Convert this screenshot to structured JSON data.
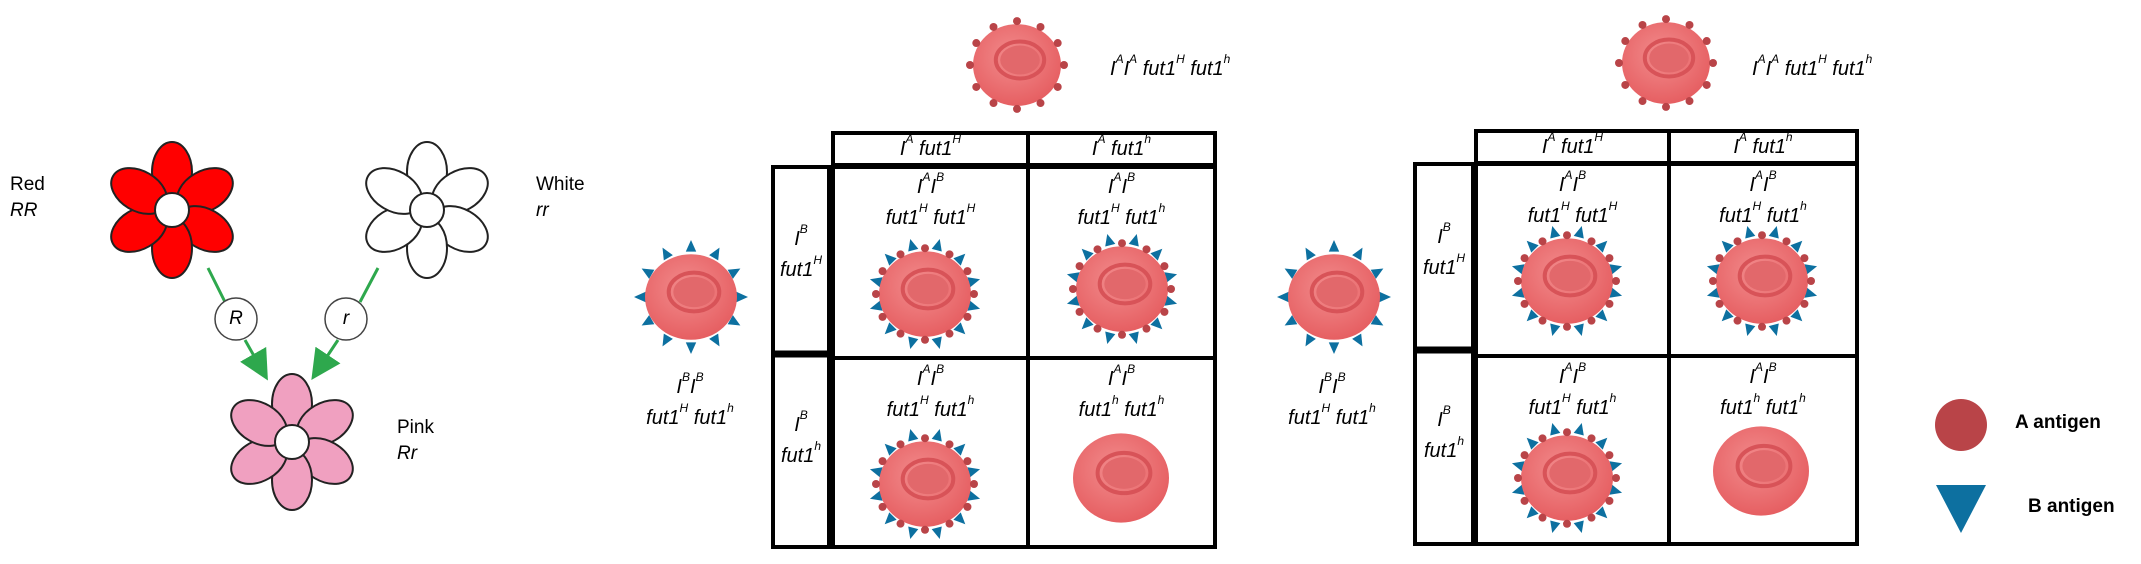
{
  "flowers": {
    "red": {
      "name": "Red",
      "genotype": "RR",
      "color": "#ff0000"
    },
    "white": {
      "name": "White",
      "genotype": "rr",
      "color": "#ffffff"
    },
    "pink": {
      "name": "Pink",
      "genotype": "Rr",
      "color": "#f0a0c0"
    },
    "gamete_red": "R",
    "gamete_white": "r"
  },
  "punnett1": {
    "parent_top": {
      "a1": "I",
      "s1": "A",
      "a2": "I",
      "s2": "A",
      "rest": "fut1",
      "h1": "H",
      "mid": " fut1",
      "h2": "h"
    },
    "parent_left": {
      "l1a": "I",
      "l1s": "B",
      "l1b": "I",
      "l1s2": "B",
      "l2a": "fut1",
      "l2s": "H",
      "l2b": " fut1",
      "l2s2": "h"
    },
    "col_headers": [
      {
        "a": "I",
        "as": "A",
        "b": " fut1",
        "bs": "H"
      },
      {
        "a": "I",
        "as": "A",
        "b": " fut1",
        "bs": "h"
      }
    ],
    "row_headers": [
      {
        "a": "I",
        "as": "B",
        "b": "fut1",
        "bs": "H"
      },
      {
        "a": "I",
        "as": "B",
        "b": "fut1",
        "bs": "h"
      }
    ],
    "cells": [
      {
        "l1a": "I",
        "l1as": "A",
        "l1b": "I",
        "l1bs": "B",
        "l2a": "fut1",
        "l2as": "H",
        "l2b": " fut1",
        "l2bs": "H"
      },
      {
        "l1a": "I",
        "l1as": "A",
        "l1b": "I",
        "l1bs": "B",
        "l2a": "fut1",
        "l2as": "H",
        "l2b": " fut1",
        "l2bs": "h"
      },
      {
        "l1a": "I",
        "l1as": "A",
        "l1b": "I",
        "l1bs": "B",
        "l2a": "fut1",
        "l2as": "H",
        "l2b": " fut1",
        "l2bs": "h"
      },
      {
        "l1a": "I",
        "l1as": "A",
        "l1b": "I",
        "l1bs": "B",
        "l2a": "fut1",
        "l2as": "h",
        "l2b": " fut1",
        "l2bs": "h"
      }
    ]
  },
  "punnett2": {
    "parent_top": {
      "a1": "I",
      "s1": "A",
      "a2": "I",
      "s2": "A",
      "rest": "fut1",
      "h1": "H",
      "mid": " fut1",
      "h2": "h"
    },
    "parent_left": {
      "l1a": "I",
      "l1s": "B",
      "l1b": "I",
      "l1s2": "B",
      "l2a": "fut1",
      "l2s": "H",
      "l2b": " fut1",
      "l2s2": "h"
    },
    "col_headers": [
      {
        "a": "I",
        "as": "A",
        "b": " fut1",
        "bs": "H"
      },
      {
        "a": "I",
        "as": "A",
        "b": " fut1",
        "bs": "h"
      }
    ],
    "row_headers": [
      {
        "a": "I",
        "as": "B",
        "b": "fut1",
        "bs": "H"
      },
      {
        "a": "I",
        "as": "B",
        "b": "fut1",
        "bs": "h"
      }
    ],
    "cells": [
      {
        "l1a": "I",
        "l1as": "A",
        "l1b": "I",
        "l1bs": "B",
        "l2a": "fut1",
        "l2as": "H",
        "l2b": " fut1",
        "l2bs": "H"
      },
      {
        "l1a": "I",
        "l1as": "A",
        "l1b": "I",
        "l1bs": "B",
        "l2a": "fut1",
        "l2as": "H",
        "l2b": " fut1",
        "l2bs": "h"
      },
      {
        "l1a": "I",
        "l1as": "A",
        "l1b": "I",
        "l1bs": "B",
        "l2a": "fut1",
        "l2as": "H",
        "l2b": " fut1",
        "l2bs": "h"
      },
      {
        "l1a": "I",
        "l1as": "A",
        "l1b": "I",
        "l1bs": "B",
        "l2a": "fut1",
        "l2as": "h",
        "l2b": " fut1",
        "l2bs": "h"
      }
    ]
  },
  "legend": {
    "a_antigen": "A antigen",
    "b_antigen": "B antigen",
    "a_color": "#b94448",
    "b_color": "#0d70a0"
  },
  "colors": {
    "cell_fill": "#ec6e70",
    "cell_inner": "#d85358",
    "arrow": "#2ea84d"
  }
}
